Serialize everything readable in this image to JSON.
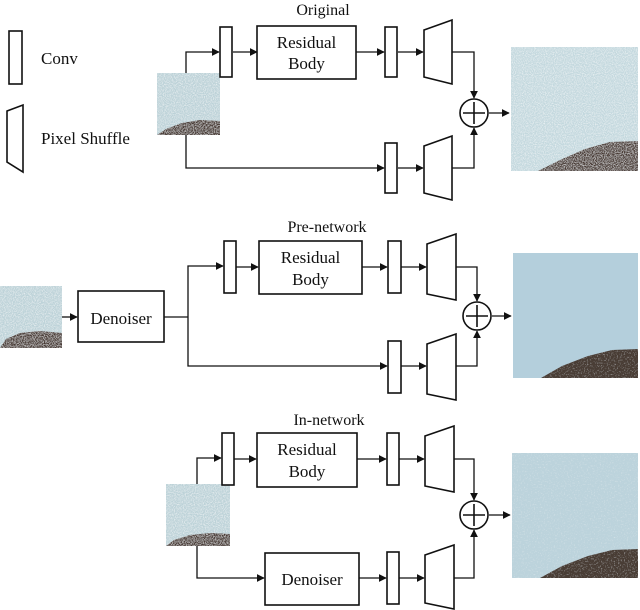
{
  "legend": {
    "conv": "Conv",
    "pixel_shuffle": "Pixel Shuffle"
  },
  "sections": {
    "original": {
      "title": "Original",
      "residual_line1": "Residual",
      "residual_line2": "Body"
    },
    "pre_network": {
      "title": "Pre-network",
      "denoiser": "Denoiser",
      "residual_line1": "Residual",
      "residual_line2": "Body"
    },
    "in_network": {
      "title": "In-network",
      "residual_line1": "Residual",
      "residual_line2": "Body",
      "denoiser": "Denoiser"
    }
  },
  "colors": {
    "noisy_sky": "#bcd2d8",
    "clean_sky": "#b4cfdc",
    "ground": "#4a3a34",
    "line": "#111111"
  }
}
